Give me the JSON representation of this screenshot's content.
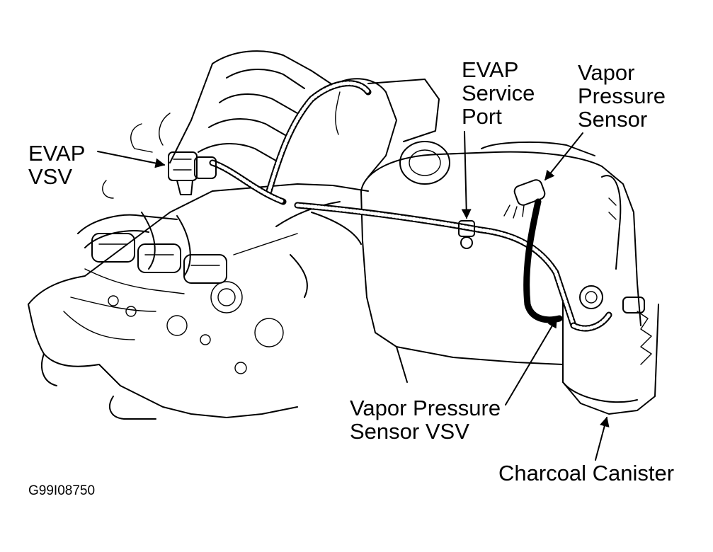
{
  "labels": {
    "evap_vsv": [
      "EVAP",
      "VSV"
    ],
    "evap_service_port": [
      "EVAP",
      "Service",
      "Port"
    ],
    "vapor_pressure_sensor": [
      "Vapor",
      "Pressure",
      "Sensor"
    ],
    "vapor_pressure_sensor_vsv": [
      "Vapor Pressure",
      "Sensor VSV"
    ],
    "charcoal_canister": "Charcoal Canister"
  },
  "figure_code": "G99I08750",
  "colors": {
    "line": "#000000",
    "background": "#ffffff"
  }
}
